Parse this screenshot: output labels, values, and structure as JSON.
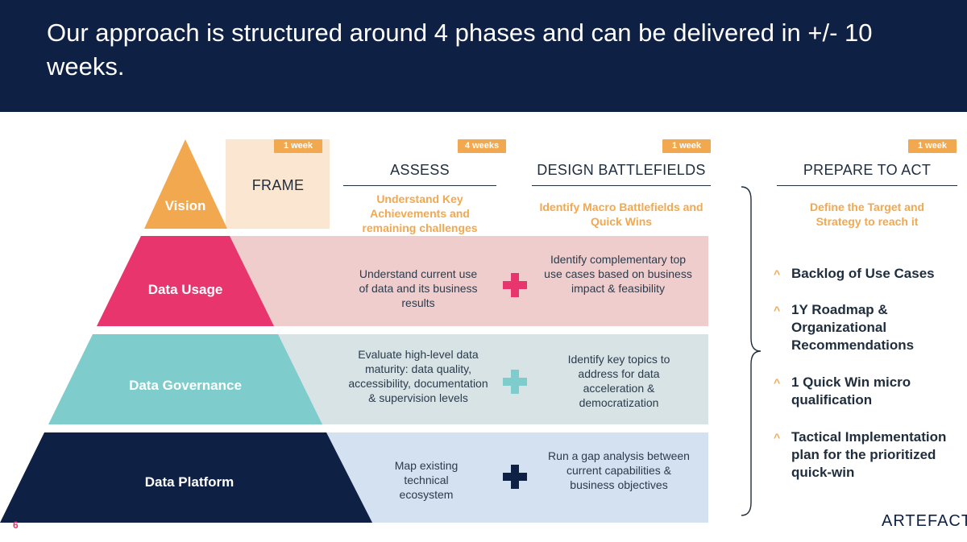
{
  "header": {
    "title": "Our approach is structured around 4 phases and can be delivered in +/- 10 weeks."
  },
  "tiers": {
    "vision": {
      "label": "Vision",
      "color": "#f2a84e"
    },
    "usage": {
      "label": "Data Usage",
      "color": "#e8356d"
    },
    "governance": {
      "label": "Data Governance",
      "color": "#7ecccc"
    },
    "platform": {
      "label": "Data Platform",
      "color": "#0e2044"
    }
  },
  "phases": {
    "frame": {
      "title": "FRAME",
      "duration": "1 week"
    },
    "assess": {
      "title": "ASSESS",
      "duration": "4 weeks",
      "description": "Understand Key Achievements and remaining challenges"
    },
    "design": {
      "title": "DESIGN BATTLEFIELDS",
      "duration": "1 week",
      "description": "Identify Macro Battlefields and Quick Wins"
    },
    "prepare": {
      "title": "PREPARE TO ACT",
      "duration": "1 week",
      "description": "Define the Target and Strategy to reach it"
    }
  },
  "cells": {
    "usage": {
      "assess": "Understand current use of data and its business results",
      "design": "Identify complementary top use cases based on business impact & feasibility"
    },
    "governance": {
      "assess": "Evaluate high-level data maturity: data quality, accessibility, documentation & supervision levels",
      "design": "Identify key topics to address for data acceleration & democratization"
    },
    "platform": {
      "assess": "Map existing technical ecosystem",
      "design": "Run a gap analysis between current capabilities & business objectives"
    }
  },
  "outcomes": [
    "Backlog of Use Cases",
    "1Y Roadmap & Organizational Recommendations",
    "1 Quick Win micro qualification",
    "Tactical Implementation plan for the prioritized quick-win"
  ],
  "outcome_marker": "^",
  "colors": {
    "navy": "#0e2044",
    "accent_orange": "#f2a84e",
    "pink": "#e8356d",
    "teal": "#7ecccc"
  },
  "logo": {
    "text": "ARTEFACT"
  },
  "page_number": "6"
}
